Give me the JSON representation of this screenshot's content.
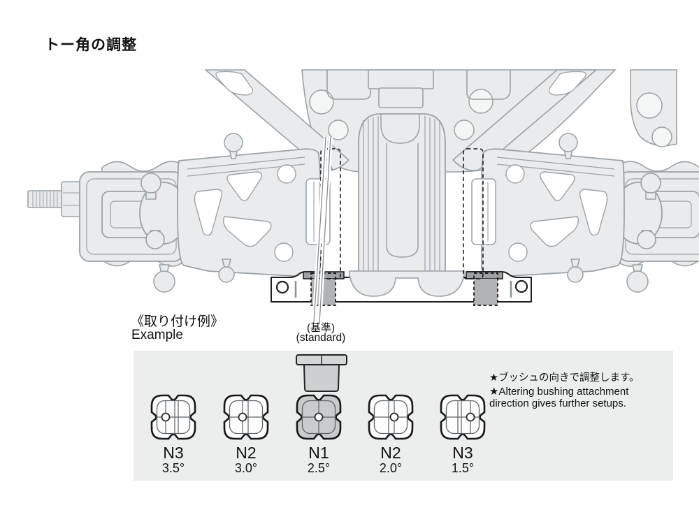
{
  "title": "トー角の調整",
  "diagram": {
    "standard_label_jp": "(基準)",
    "standard_label_en": "(standard)"
  },
  "example": {
    "heading_jp": "《取り付け例》",
    "heading_en": "Example"
  },
  "notes": {
    "line1_jp": "★ブッシュの向きで調整します。",
    "line2_en": "★Altering bushing attachment",
    "line3_en": "direction gives further setups."
  },
  "bushing_options": [
    {
      "name": "N3",
      "angle": "3.5°",
      "selected": false
    },
    {
      "name": "N2",
      "angle": "3.0°",
      "selected": false
    },
    {
      "name": "N1",
      "angle": "2.5°",
      "selected": true
    },
    {
      "name": "N2",
      "angle": "2.0°",
      "selected": false
    },
    {
      "name": "N3",
      "angle": "1.5°",
      "selected": false
    }
  ],
  "colors": {
    "part_fill": "#e9ebec",
    "part_stroke": "#9aa1a6",
    "plate_stroke": "#1d1e20",
    "bushing_dark": "#b1b4b6",
    "bushing_flange": "#9da1a4",
    "panel_bg": "#eceeee",
    "selected_bushing_fill": "#c9cbcd"
  }
}
